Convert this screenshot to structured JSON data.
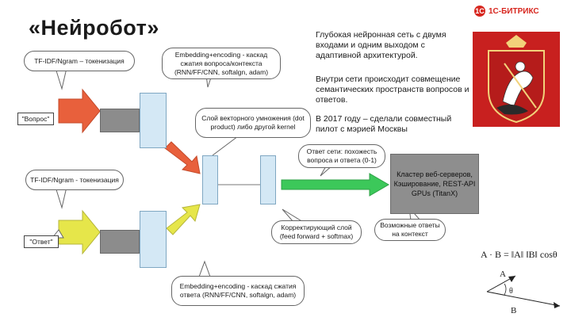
{
  "title": "«Нейробот»",
  "logo": {
    "text": "1С-БИТРИКС"
  },
  "notes": {
    "arch": "Глубокая нейронная сеть с двумя входами и одним выходом  с адаптивной архитектурой.",
    "semantic": "Внутри сети происходит совмещение семантических пространств вопросов и ответов.",
    "pilot": "В 2017 году – сделали совместный пилот с мэрией Москвы"
  },
  "labels": {
    "tfidf_top": "TF-IDF/Ngram – токенизация",
    "tfidf_bottom": "TF-IDF/Ngram - токенизация",
    "question": "\"Вопрос\"",
    "answer": "\"Ответ\""
  },
  "bubbles": {
    "embed_top": "Embedding+encoding - каскад сжатия вопроса/контекста (RNN/FF/CNN, softalgn, adam)",
    "vector_layer": "Слой векторного умножения (dot product) либо другой kernel",
    "net_answer": "Ответ сети: похожесть вопроса и ответа (0-1)",
    "correcting": "Корректирующий слой (feed forward + softmax)",
    "possible": "Возможные ответы на контекст",
    "embed_bottom": "Embedding+encoding - каскад сжатия ответа (RNN/FF/CNN, softalgn, adam)"
  },
  "server": {
    "line1": "Кластер веб-серверов,",
    "line2": "Кэширование, REST-API",
    "line3": "GPUs (TitanX)"
  },
  "formula": {
    "text": "A · B = ‖A‖ ‖B‖ cosθ",
    "a": "A",
    "b": "B",
    "theta": "θ"
  },
  "colors": {
    "arrow_question": "#e8603c",
    "arrow_answer": "#e6e64a",
    "arrow_green": "#3cc85a",
    "arrow_red_diag": "#e8603c",
    "block_gray": "#8c8c8c",
    "block_lightblue": "#d4e8f5",
    "emblem_red": "#c8201f"
  }
}
